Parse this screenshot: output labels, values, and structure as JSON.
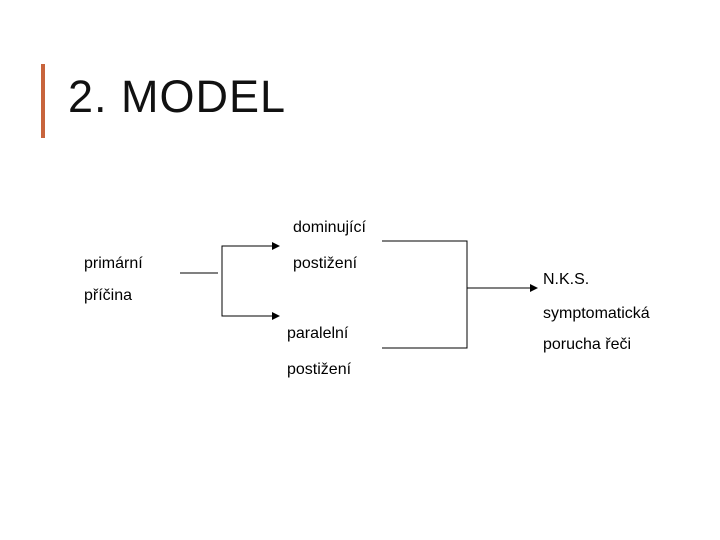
{
  "slide": {
    "title": "2. MODEL",
    "accent_color": "#c8643c"
  },
  "diagram": {
    "cause": {
      "line1": "primární",
      "line2": "příčina"
    },
    "dominant": {
      "line1": "dominující",
      "line2": "postižení"
    },
    "parallel": {
      "line1": "paralelní",
      "line2": "postižení"
    },
    "result": {
      "line1": "N.K.S.",
      "line2": "symptomatická",
      "line3": "porucha řeči"
    }
  }
}
